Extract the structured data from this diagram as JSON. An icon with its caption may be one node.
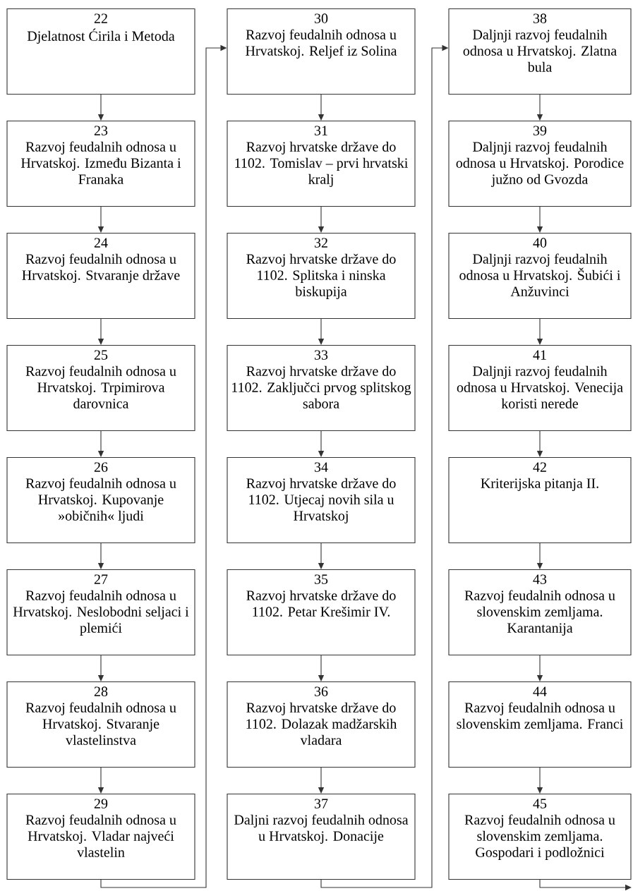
{
  "diagram": {
    "nodes": [
      {
        "text": [
          "22",
          "Djelatnost Ćirila i Metoda"
        ]
      },
      {
        "text": [
          "23",
          "Razvoj feudalnih odnosa u Hrvatskoj. Između Bizanta i Franaka"
        ]
      },
      {
        "text": [
          "24",
          "Razvoj feudalnih odnosa u Hrvatskoj. Stvaranje države"
        ]
      },
      {
        "text": [
          "25",
          "Razvoj feudalnih odnosa u Hrvatskoj. Trpimirova darovnica"
        ]
      },
      {
        "text": [
          "26",
          "Razvoj feudalnih odnosa u Hrvatskoj. Kupovanje »običnih« ljudi"
        ]
      },
      {
        "text": [
          "27",
          "Razvoj feudalnih odnosa u Hrvatskoj. Neslobodni seljaci i plemići"
        ]
      },
      {
        "text": [
          "28",
          "Razvoj feudalnih odnosa u Hrvatskoj. Stvaranje vlastelinstva"
        ]
      },
      {
        "text": [
          "29",
          "Razvoj feudalnih odnosa u Hrvatskoj. Vladar najveći vlastelin"
        ]
      },
      {
        "text": [
          "30",
          "Razvoj feudalnih odnosa u Hrvatskoj. Reljef iz Solina"
        ]
      },
      {
        "text": [
          "31",
          "Razvoj hrvatske države do 1102. Tomislav – prvi hrvatski kralj"
        ]
      },
      {
        "text": [
          "32",
          "Razvoj hrvatske države do 1102. Splitska i ninska biskupija"
        ]
      },
      {
        "text": [
          "33",
          "Razvoj hrvatske države do 1102. Zaključci prvog splitskog sabora"
        ]
      },
      {
        "text": [
          "34",
          "Razvoj hrvatske države do 1102. Utjecaj novih sila u Hrvatskoj"
        ]
      },
      {
        "text": [
          "35",
          "Razvoj hrvatske države do 1102. Petar Krešimir IV."
        ]
      },
      {
        "text": [
          "36",
          "Razvoj hrvatske države do 1102. Dolazak madžarskih vladara"
        ]
      },
      {
        "text": [
          "37",
          "Daljni razvoj feudalnih odnosa u Hrvatskoj. Donacije"
        ]
      },
      {
        "text": [
          "38",
          "Daljnji razvoj feudalnih odnosa u Hrvatskoj. Zlatna bula"
        ]
      },
      {
        "text": [
          "39",
          "Daljnji razvoj feudalnih odnosa u Hrvatskoj. Porodice južno od Gvozda"
        ]
      },
      {
        "text": [
          "40",
          "Daljnji razvoj feudalnih odnosa u Hrvatskoj. Šubići i Anžuvinci"
        ]
      },
      {
        "text": [
          "41",
          "Daljnji razvoj feudalnih odnosa u Hrvatskoj. Venecija koristi nerede"
        ]
      },
      {
        "text": [
          "42",
          "Kriterijska pitanja II."
        ]
      },
      {
        "text": [
          "43",
          "Razvoj feudalnih odnosa u slovenskim zemljama. Karantanija"
        ]
      },
      {
        "text": [
          "44",
          "Razvoj feudalnih odnosa u slovenskim zemljama. Franci"
        ]
      },
      {
        "text": [
          "45",
          "Razvoj feudalnih odnosa u slovenskim zemljama. Gospodari i podložnici"
        ]
      }
    ],
    "edges": [
      {
        "from": 0,
        "to": 1,
        "arrow": "to"
      },
      {
        "from": 1,
        "to": 2,
        "arrow": "to"
      },
      {
        "from": 2,
        "to": 3,
        "arrow": "to"
      },
      {
        "from": 3,
        "to": 4,
        "arrow": "to"
      },
      {
        "from": 4,
        "to": 5,
        "arrow": "to"
      },
      {
        "from": 5,
        "to": 6,
        "arrow": "to"
      },
      {
        "from": 6,
        "to": 7,
        "arrow": "to"
      },
      {
        "from": 7,
        "to": 8,
        "arrow": "to"
      },
      {
        "from": 8,
        "to": 9,
        "arrow": "to"
      },
      {
        "from": 9,
        "to": 10,
        "arrow": "to"
      },
      {
        "from": 10,
        "to": 11,
        "arrow": "to"
      },
      {
        "from": 11,
        "to": 12,
        "arrow": "to"
      },
      {
        "from": 12,
        "to": 13,
        "arrow": "to"
      },
      {
        "from": 13,
        "to": 14,
        "arrow": "to"
      },
      {
        "from": 14,
        "to": 15,
        "arrow": "to"
      },
      {
        "from": 15,
        "to": 16,
        "arrow": "to"
      },
      {
        "from": 16,
        "to": 17,
        "arrow": "to"
      },
      {
        "from": 17,
        "to": 18,
        "arrow": "to"
      },
      {
        "from": 18,
        "to": 19,
        "arrow": "to"
      },
      {
        "from": 19,
        "to": 20,
        "arrow": "to"
      },
      {
        "from": 20,
        "to": 21,
        "arrow": "to"
      },
      {
        "from": 21,
        "to": 22,
        "arrow": "to"
      },
      {
        "from": 22,
        "to": 23,
        "arrow": "to"
      },
      {
        "from": 23,
        "to": null,
        "arrow": "to"
      }
    ]
  }
}
